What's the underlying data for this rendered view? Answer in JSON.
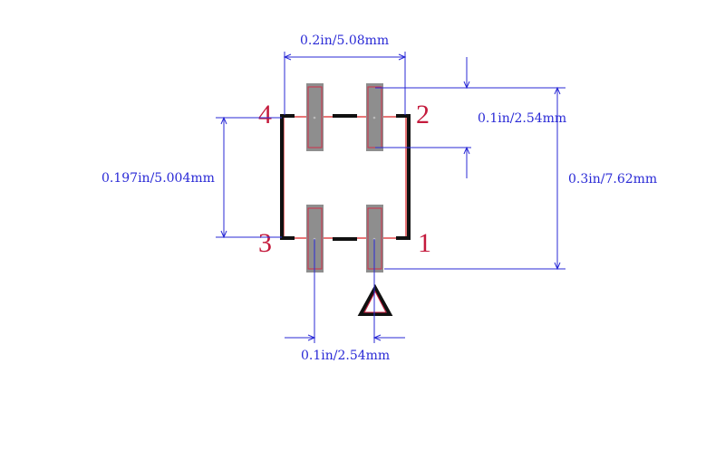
{
  "dimensions": {
    "pad_spacing_top": "0.2in/5.08mm",
    "pad_pitch_right": "0.1in/2.54mm",
    "body_height": "0.197in/5.004mm",
    "overall_height": "0.3in/7.62mm",
    "pad_pitch_bottom": "0.1in/2.54mm"
  },
  "pins": {
    "pin1": "1",
    "pin2": "2",
    "pin3": "3",
    "pin4": "4"
  },
  "colors": {
    "dimension": "#2a2ad6",
    "pin_label": "#c41a3c",
    "outline": "#111111",
    "pad_fill": "#8e8e8e",
    "pad_edge": "#d0304a",
    "body_outline": "#e0484a"
  }
}
